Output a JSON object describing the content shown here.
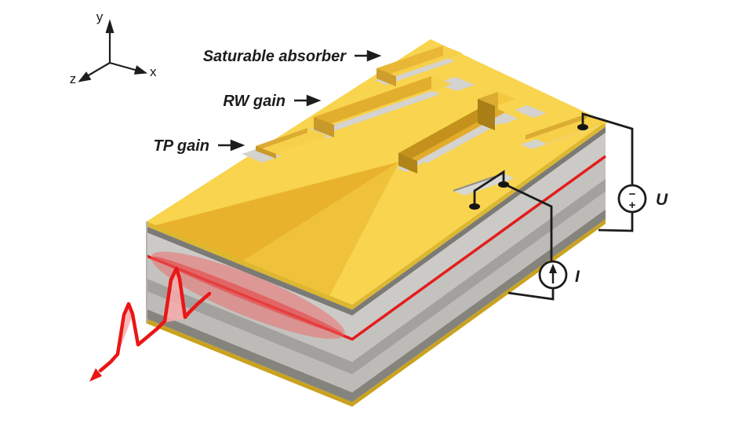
{
  "figure": {
    "axis_triad": {
      "x_label": "x",
      "y_label": "y",
      "z_label": "z"
    },
    "labels": {
      "saturable_absorber": "Saturable absorber",
      "rw_gain": "RW gain",
      "tp_gain": "TP gain"
    },
    "circuit": {
      "voltage_source_label": "U",
      "current_source_label": "I",
      "voltage_polarity_top": "−",
      "voltage_polarity_bottom": "+"
    },
    "colors": {
      "gold_top": "#f8d44f",
      "gold_side": "#dcab31",
      "chip_gray": "#c6c5c2",
      "active_red": "#e31c1c",
      "wire": "#1c1c1c",
      "background": "#ffffff"
    }
  }
}
